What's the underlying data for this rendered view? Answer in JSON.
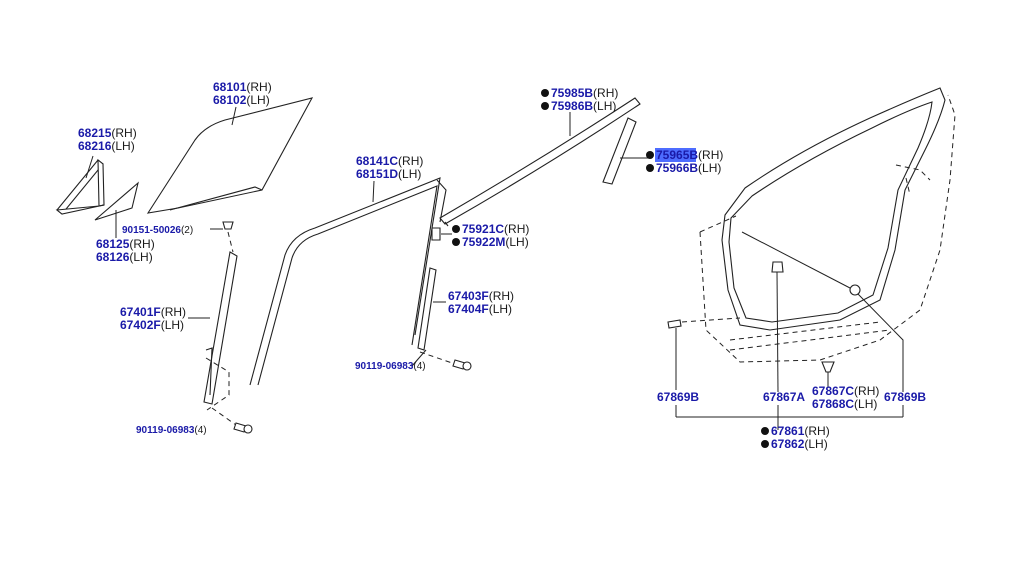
{
  "colors": {
    "part_number": "#1a1aa8",
    "highlight": "#4d6cff",
    "line": "#222222"
  },
  "labels": {
    "l68101": "68101",
    "l68101s": "(RH)",
    "l68102": "68102",
    "l68102s": "(LH)",
    "l68215": "68215",
    "l68215s": "(RH)",
    "l68216": "68216",
    "l68216s": "(LH)",
    "l68125": "68125",
    "l68125s": "(RH)",
    "l68126": "68126",
    "l68126s": "(LH)",
    "l90151": "90151-50026",
    "l90151q": "(2)",
    "l67401": "67401F",
    "l67401s": "(RH)",
    "l67402": "67402F",
    "l67402s": "(LH)",
    "l90119a": "90119-06983",
    "l90119aq": "(4)",
    "l68141": "68141C",
    "l68141s": "(RH)",
    "l68151": "68151D",
    "l68151s": "(LH)",
    "l90119b": "90119-06983",
    "l90119bq": "(4)",
    "l67403": "67403F",
    "l67403s": "(RH)",
    "l67404": "67404F",
    "l67404s": "(LH)",
    "l75985": "75985B",
    "l75985s": "(RH)",
    "l75986": "75986B",
    "l75986s": "(LH)",
    "l75965": "75965B",
    "l75965s": "(RH)",
    "l75966": "75966B",
    "l75966s": "(LH)",
    "l75921": "75921C",
    "l75921s": "(RH)",
    "l75922": "75922M",
    "l75922s": "(LH)",
    "l67869a": "67869B",
    "l67867": "67867A",
    "l67867c": "67867C",
    "l67867cs": "(RH)",
    "l67868": "67868C",
    "l67868s": "(LH)",
    "l67869b": "67869B",
    "l67861": "67861",
    "l67861s": "(RH)",
    "l67862": "67862",
    "l67862s": "(LH)"
  }
}
